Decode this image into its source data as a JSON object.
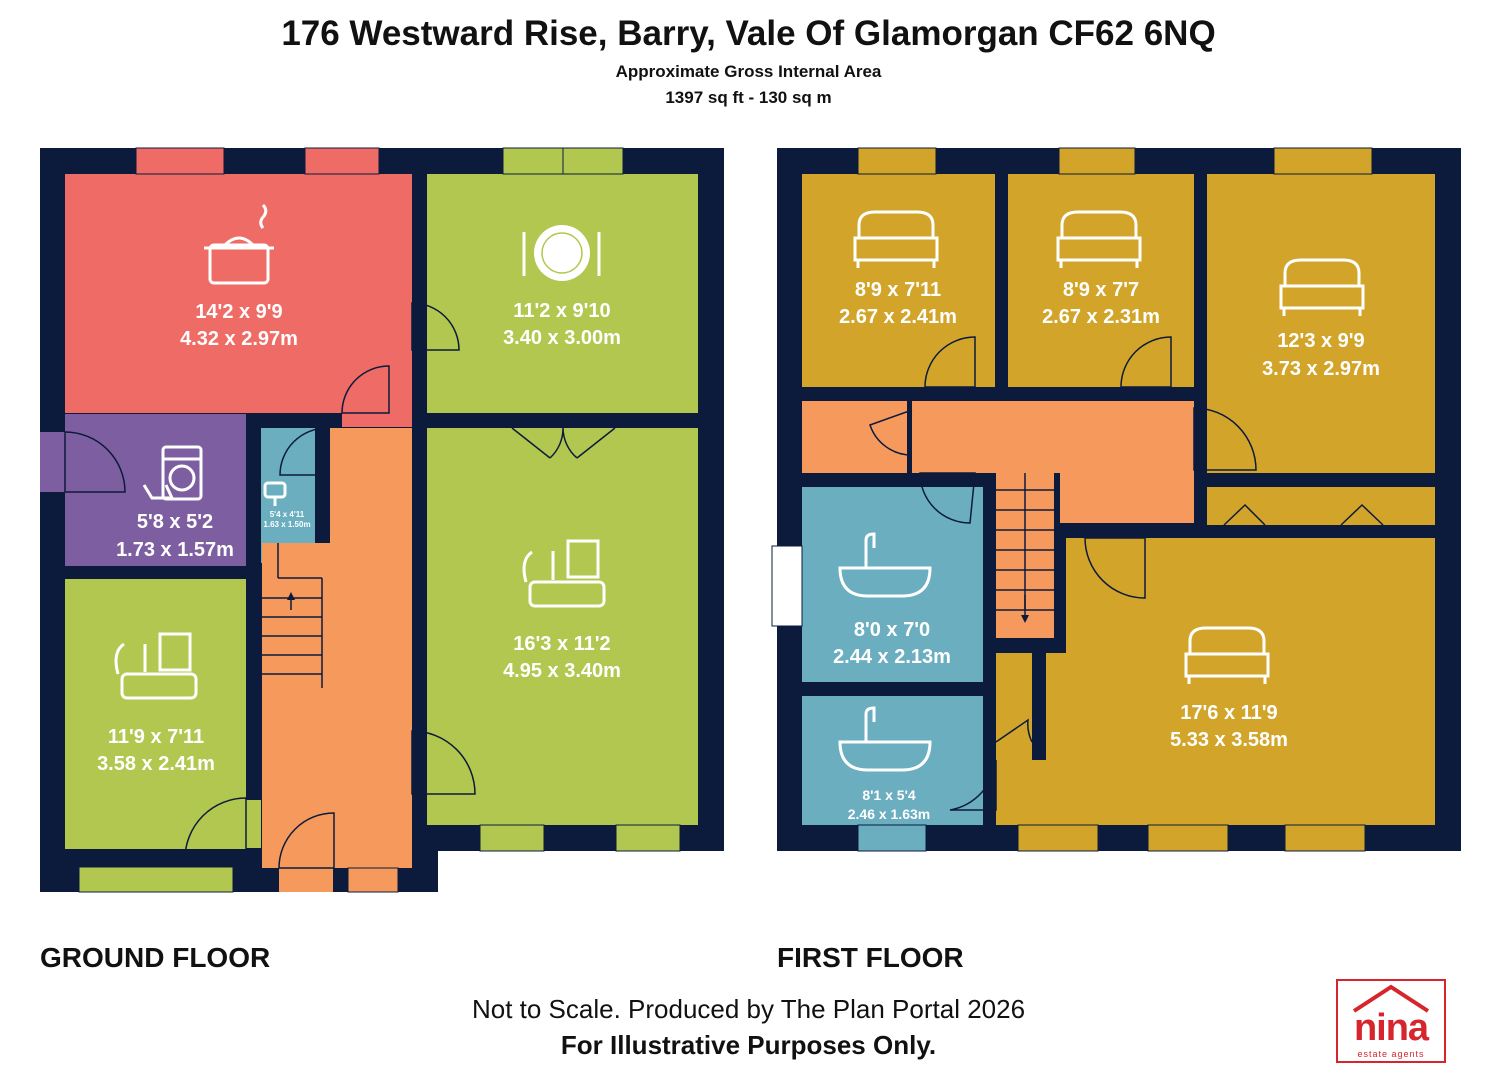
{
  "header": {
    "title": "176 Westward Rise, Barry, Vale Of Glamorgan CF62 6NQ",
    "subtitle": "Approximate Gross Internal Area",
    "area": "1397 sq ft - 130 sq m"
  },
  "floors": {
    "ground_label": "GROUND FLOOR",
    "first_label": "FIRST FLOOR"
  },
  "rooms": {
    "kitchen": {
      "imperial": "14'2 x 9'9",
      "metric": "4.32 x 2.97m",
      "icon": "cooking-pot-icon"
    },
    "dining": {
      "imperial": "11'2 x 9'10",
      "metric": "3.40 x 3.00m",
      "icon": "plate-cutlery-icon"
    },
    "utility": {
      "imperial": "5'8 x 5'2",
      "metric": "1.73 x 1.57m",
      "icon": "washing-machine-icon"
    },
    "wc": {
      "imperial": "5'4 x 4'11",
      "metric": "1.63 x 1.50m",
      "icon": "toilet-roll-icon"
    },
    "living": {
      "imperial": "16'3 x 11'2",
      "metric": "4.95 x 3.40m",
      "icon": "sofa-icon"
    },
    "study": {
      "imperial": "11'9 x 7'11",
      "metric": "3.58 x 2.41m",
      "icon": "sofa-icon"
    },
    "bed2": {
      "imperial": "8'9 x 7'11",
      "metric": "2.67 x 2.41m",
      "icon": "bed-icon"
    },
    "bed3": {
      "imperial": "8'9 x 7'7",
      "metric": "2.67 x 2.31m",
      "icon": "bed-icon"
    },
    "bed4": {
      "imperial": "12'3 x 9'9",
      "metric": "3.73 x 2.97m",
      "icon": "bed-icon"
    },
    "bathroom": {
      "imperial": "8'0 x 7'0",
      "metric": "2.44 x 2.13m",
      "icon": "bathtub-icon"
    },
    "ensuite": {
      "imperial": "8'1 x 5'4",
      "metric": "2.46 x 1.63m",
      "icon": "bathtub-icon"
    },
    "master": {
      "imperial": "17'6 x 11'9",
      "metric": "5.33 x 3.58m",
      "icon": "bed-icon"
    }
  },
  "footer": {
    "note": "Not to Scale. Produced by The Plan Portal 2026",
    "disclaimer": "For Illustrative Purposes Only."
  },
  "logo": {
    "word": "nina",
    "tagline": "estate agents"
  },
  "colors": {
    "wall": "#0c1b3c",
    "kitchen": "#ef6b66",
    "green": "#b2c74f",
    "utility": "#7d5ea0",
    "hall": "#f59a5c",
    "bath": "#6aaec0",
    "bedroom": "#d2a52a",
    "window_fill": "#ffffff",
    "logo_red": "#d6252c"
  }
}
